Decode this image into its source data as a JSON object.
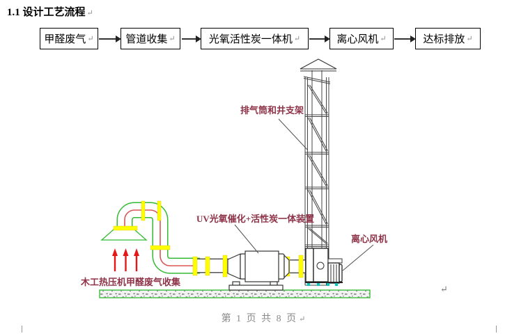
{
  "document": {
    "title": "1.1 设计工艺流程",
    "pilcrow": "↵",
    "footer_text": "第 1 页 共 8 页"
  },
  "flowchart": {
    "steps": [
      {
        "label": "甲醛废气"
      },
      {
        "label": "管道收集"
      },
      {
        "label": "光氧活性炭一体机"
      },
      {
        "label": "离心风机"
      },
      {
        "label": "达标排放"
      }
    ]
  },
  "diagram": {
    "labels": {
      "stack_support": "排气筒和井支架",
      "uv_unit": "UV光氧催化+活性炭一体装置",
      "fan": "离心风机",
      "gas_collection": "木工热压机甲醛废气收集"
    },
    "colors": {
      "pipe_wall_green": "#33bb33",
      "pipe_center_red": "#d85555",
      "flange_yellow": "#ffff00",
      "label_dark_red": "#8e3348",
      "arrow_red": "#e81717",
      "ground_green": "#2db82d",
      "cyan_marker": "#00c8c8"
    }
  }
}
